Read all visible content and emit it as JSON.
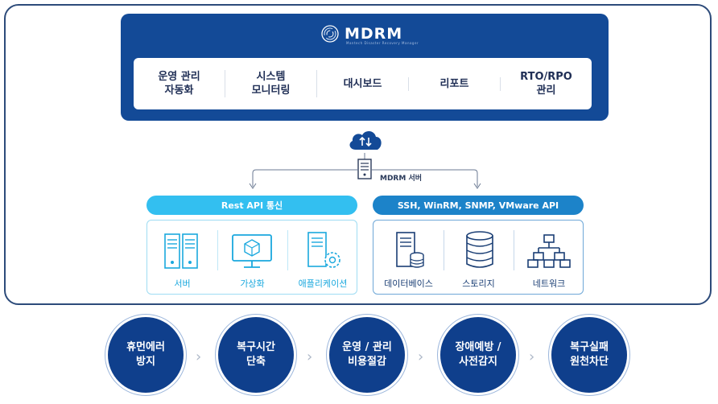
{
  "brand": {
    "name": "MDRM",
    "subtitle": "Mantech Disaster Recovery Manager",
    "color": "#134a97"
  },
  "menu": [
    {
      "label": "운영 관리\n자동화"
    },
    {
      "label": "시스템\n모니터링"
    },
    {
      "label": "대시보드"
    },
    {
      "label": "리포트"
    },
    {
      "label": "RTO/RPO\n관리"
    }
  ],
  "server": {
    "label": "MDRM 서버",
    "icon": "server-icon"
  },
  "cloud": {
    "icon": "cloud-sync-icon"
  },
  "left_group": {
    "title": "Rest API 통신",
    "color": "#33bff0",
    "items": [
      {
        "label": "서버",
        "icon": "server-rack-icon"
      },
      {
        "label": "가상화",
        "icon": "virtualization-monitor-icon"
      },
      {
        "label": "애플리케이션",
        "icon": "application-gear-icon"
      }
    ]
  },
  "right_group": {
    "title": "SSH, WinRM, SNMP, VMware API",
    "color": "#1c83c9",
    "items": [
      {
        "label": "데이터베이스",
        "icon": "database-server-icon"
      },
      {
        "label": "스토리지",
        "icon": "storage-cylinder-icon"
      },
      {
        "label": "네트워크",
        "icon": "network-tree-icon"
      }
    ]
  },
  "benefits": [
    {
      "label": "휴먼에러\n방지"
    },
    {
      "label": "복구시간\n단축"
    },
    {
      "label": "운영 / 관리\n비용절감"
    },
    {
      "label": "장애예방 /\n사전감지"
    },
    {
      "label": "복구실패\n원천차단"
    }
  ]
}
